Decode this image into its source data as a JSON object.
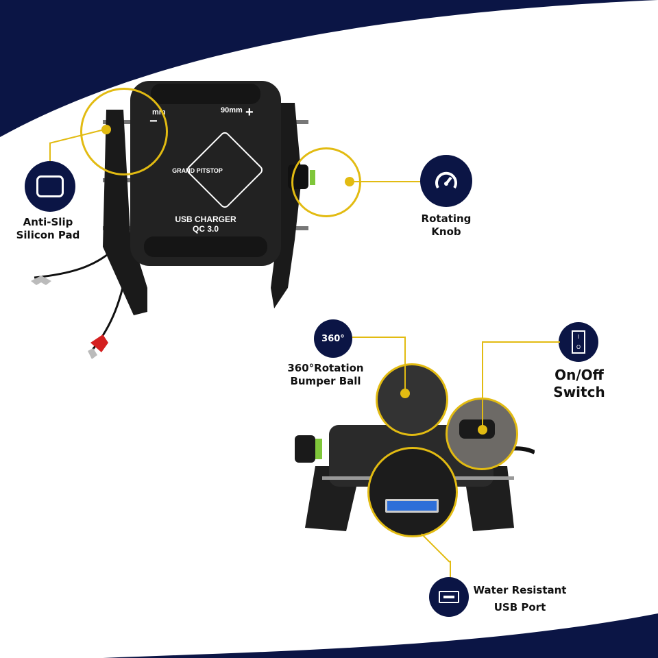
{
  "colors": {
    "navy": "#0b1545",
    "accent": "#e2bb12",
    "device": "#1e1e1e"
  },
  "device_top": {
    "brand": "GRAND PITSTOP",
    "charger_line1": "USB CHARGER",
    "charger_line2": "QC 3.0",
    "min_label": "mm",
    "max_label": "90mm",
    "minus": "−",
    "plus": "+"
  },
  "callouts": {
    "anti_slip": {
      "line1": "Anti-Slip",
      "line2": "Silicon Pad",
      "icon": "rounded-square-icon"
    },
    "knob": {
      "line1": "Rotating",
      "line2": "Knob",
      "icon": "gauge-icon"
    },
    "rotation": {
      "line1": "360°Rotation",
      "line2": "Bumper Ball",
      "icon_text": "360°",
      "icon": "rotate-360-icon"
    },
    "switch": {
      "line1": "On/Off",
      "line2": "Switch",
      "icon": "rocker-switch-icon",
      "on": "I",
      "off": "O"
    },
    "usb": {
      "line1": "Water Resistant",
      "line2": "USB Port",
      "icon": "usb-port-icon"
    }
  }
}
